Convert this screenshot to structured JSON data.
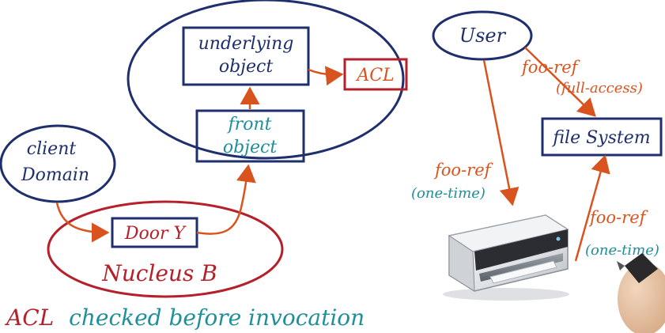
{
  "colors": {
    "navy": "#1f2f6e",
    "orange": "#d9531e",
    "red": "#b5202a",
    "teal": "#1f8f9a",
    "printer_dark": "#2b2d33",
    "printer_light": "#dfe2e6"
  },
  "nodes": {
    "underlying_object_line1": "underlying",
    "underlying_object_line2": "object",
    "acl": "ACL",
    "front_object_line1": "front",
    "front_object_line2": "object",
    "client_domain_line1": "client",
    "client_domain_line2": "Domain",
    "door_y": "Door Y",
    "nucleus_b": "Nucleus B",
    "user": "User",
    "file_system": "file System"
  },
  "edge_labels": {
    "user_to_fs_line1": "foo-ref",
    "user_to_fs_line2": "(full-access)",
    "user_to_printer_line1": "foo-ref",
    "user_to_printer_line2": "(one-time)",
    "printer_to_fs_line1": "foo-ref",
    "printer_to_fs_line2": "(one-time)"
  },
  "footer": {
    "acl_word": "ACL",
    "rest": "checked before invocation"
  },
  "icons": {
    "printer": "printer-icon",
    "pen": "pen-tip-icon"
  }
}
